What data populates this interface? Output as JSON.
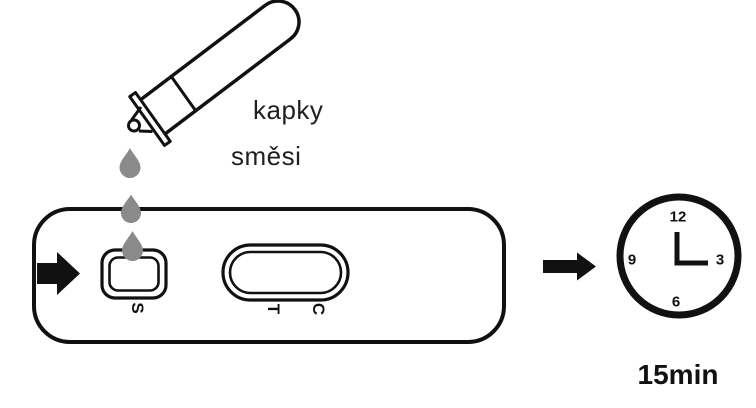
{
  "diagram": {
    "type": "rapid-test-instruction-step",
    "dropper": {
      "caption_line1": "kapky",
      "caption_line2": "směsi",
      "drop_count": 3
    },
    "cassette": {
      "sample_well_label": "S",
      "test_line_label": "T",
      "control_line_label": "C"
    },
    "clock": {
      "numbers": [
        "12",
        "3",
        "6",
        "9"
      ],
      "hands_time": "3:00",
      "time_label": "15min"
    },
    "colors": {
      "outline": "#111111",
      "drop_fill": "#8a8a8a",
      "background": "#ffffff"
    }
  }
}
